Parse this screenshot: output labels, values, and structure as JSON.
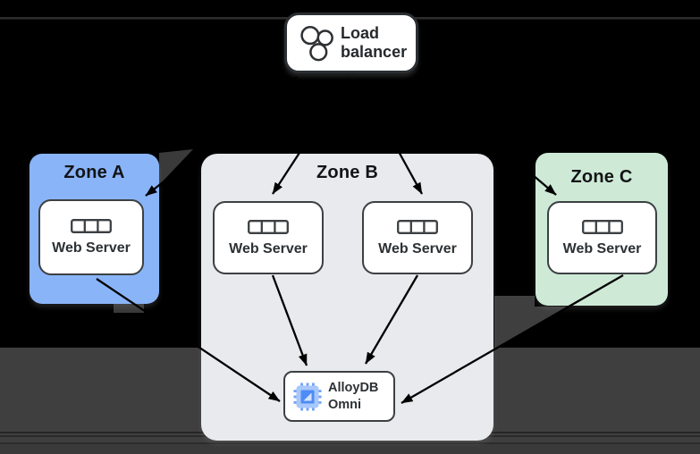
{
  "diagram": {
    "load_balancer": {
      "label": "Load balancer",
      "icon": "load-balancer-circles-icon"
    },
    "zones": [
      {
        "label": "Zone A",
        "color": "#8AB4F8",
        "servers": [
          {
            "label": "Web Server",
            "icon": "server-rack-icon"
          }
        ]
      },
      {
        "label": "Zone B",
        "color": "#E8EAED",
        "servers": [
          {
            "label": "Web Server",
            "icon": "server-rack-icon"
          },
          {
            "label": "Web Server",
            "icon": "server-rack-icon"
          }
        ],
        "database": {
          "label": "AlloyDB Omni",
          "icon": "chip-icon",
          "icon_colors": {
            "pins": "#6FA0F7",
            "body": "#A8C7FA",
            "core": "#4E8CF5",
            "triangle": "#D6E4FC"
          }
        }
      },
      {
        "label": "Zone C",
        "color": "#CEEAD6",
        "servers": [
          {
            "label": "Web Server",
            "icon": "server-rack-icon"
          }
        ]
      }
    ],
    "connections": [
      {
        "from": "load-balancer",
        "to": "zone-a-web-server"
      },
      {
        "from": "load-balancer",
        "to": "zone-b-web-server-1"
      },
      {
        "from": "load-balancer",
        "to": "zone-b-web-server-2"
      },
      {
        "from": "load-balancer",
        "to": "zone-c-web-server"
      },
      {
        "from": "zone-a-web-server",
        "to": "alloydb-omni"
      },
      {
        "from": "zone-b-web-server-1",
        "to": "alloydb-omni"
      },
      {
        "from": "zone-b-web-server-2",
        "to": "alloydb-omni"
      },
      {
        "from": "zone-c-web-server",
        "to": "alloydb-omni"
      }
    ],
    "arrow_color": "#000000",
    "node_border_color": "#3C4043",
    "background": {
      "upper": "#000000",
      "lower": "#3F3F3F"
    }
  }
}
